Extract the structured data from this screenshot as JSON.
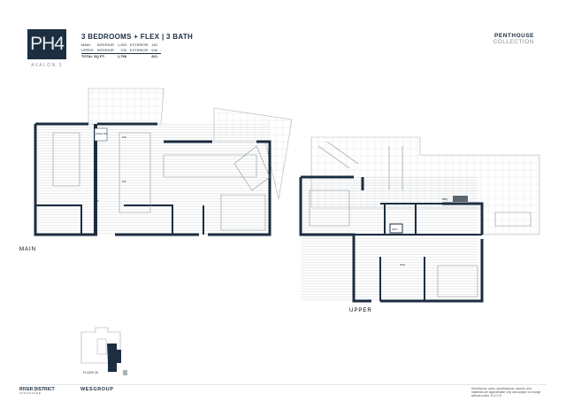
{
  "header": {
    "unit_code": "PH4",
    "building": "AVALON 3",
    "title": "3 BEDROOMS + FLEX | 3 BATH",
    "collection_line1": "PENTHOUSE",
    "collection_line2": "COLLECTION"
  },
  "areas": {
    "rows": [
      {
        "level": "MAIN",
        "interior_label": "INTERIOR",
        "interior": "1,053",
        "exterior_label": "EXTERIOR",
        "exterior": "181"
      },
      {
        "level": "UPPER",
        "interior_label": "INTERIOR",
        "interior": "705",
        "exterior_label": "EXTERIOR",
        "exterior": "640"
      }
    ],
    "total_label": "TOTAL SQ FT:",
    "total_interior": "1,758",
    "total_exterior": "821"
  },
  "plans": {
    "main_label": "MAIN",
    "upper_label": "UPPER",
    "room_labels": {
      "wd": "WSH/ WD",
      "dw": "DW",
      "wf": "WF",
      "lp": "LP",
      "bbq": "BBQ",
      "hwt": "HWT",
      "wd_upper": "W/D"
    }
  },
  "keyplan": {
    "floor_label": "FLOOR 25"
  },
  "footer": {
    "brand1": "RIVER DISTRICT",
    "brand1_sub": "VANCOUVER",
    "brand2": "WESGROUP",
    "disclaimer": "Dimensions, sizes, specifications, layouts, and materials are approximate only and subject to change without notice. E.& O.E."
  },
  "colors": {
    "navy": "#1c2e40",
    "grey": "#8a949c"
  }
}
